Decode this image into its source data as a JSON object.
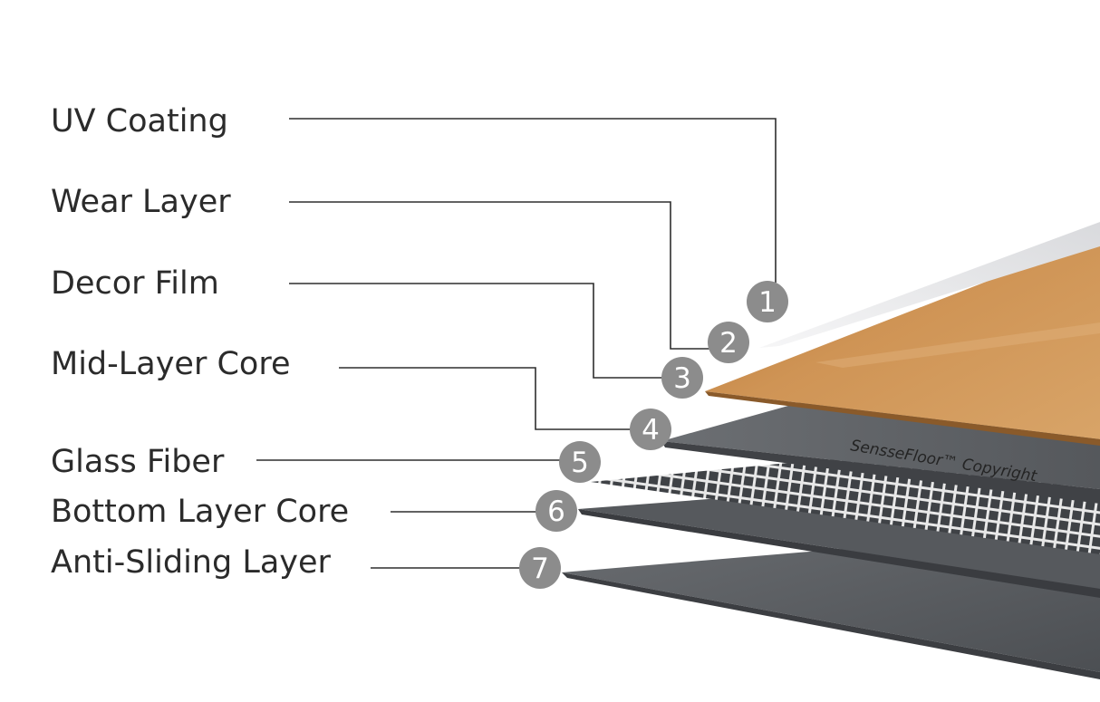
{
  "layers": [
    {
      "number": "1",
      "label": "UV Coating"
    },
    {
      "number": "2",
      "label": "Wear Layer"
    },
    {
      "number": "3",
      "label": "Decor Film"
    },
    {
      "number": "4",
      "label": "Mid-Layer Core"
    },
    {
      "number": "5",
      "label": "Glass Fiber"
    },
    {
      "number": "6",
      "label": "Bottom Layer Core"
    },
    {
      "number": "7",
      "label": "Anti-Sliding Layer"
    }
  ],
  "core_imprint": "SensseFloor™ Copyright",
  "colors": {
    "label_text": "#2b2b2b",
    "leader_line": "#2e2e2e",
    "badge_fill": "#8c8c8c",
    "badge_text": "#ffffff",
    "uv_coating": "#e9e9ea",
    "wood_decor": "#c98c4f",
    "core_slab": "#5a5d62",
    "glass_fiber_mesh": "#e6e6e6"
  }
}
